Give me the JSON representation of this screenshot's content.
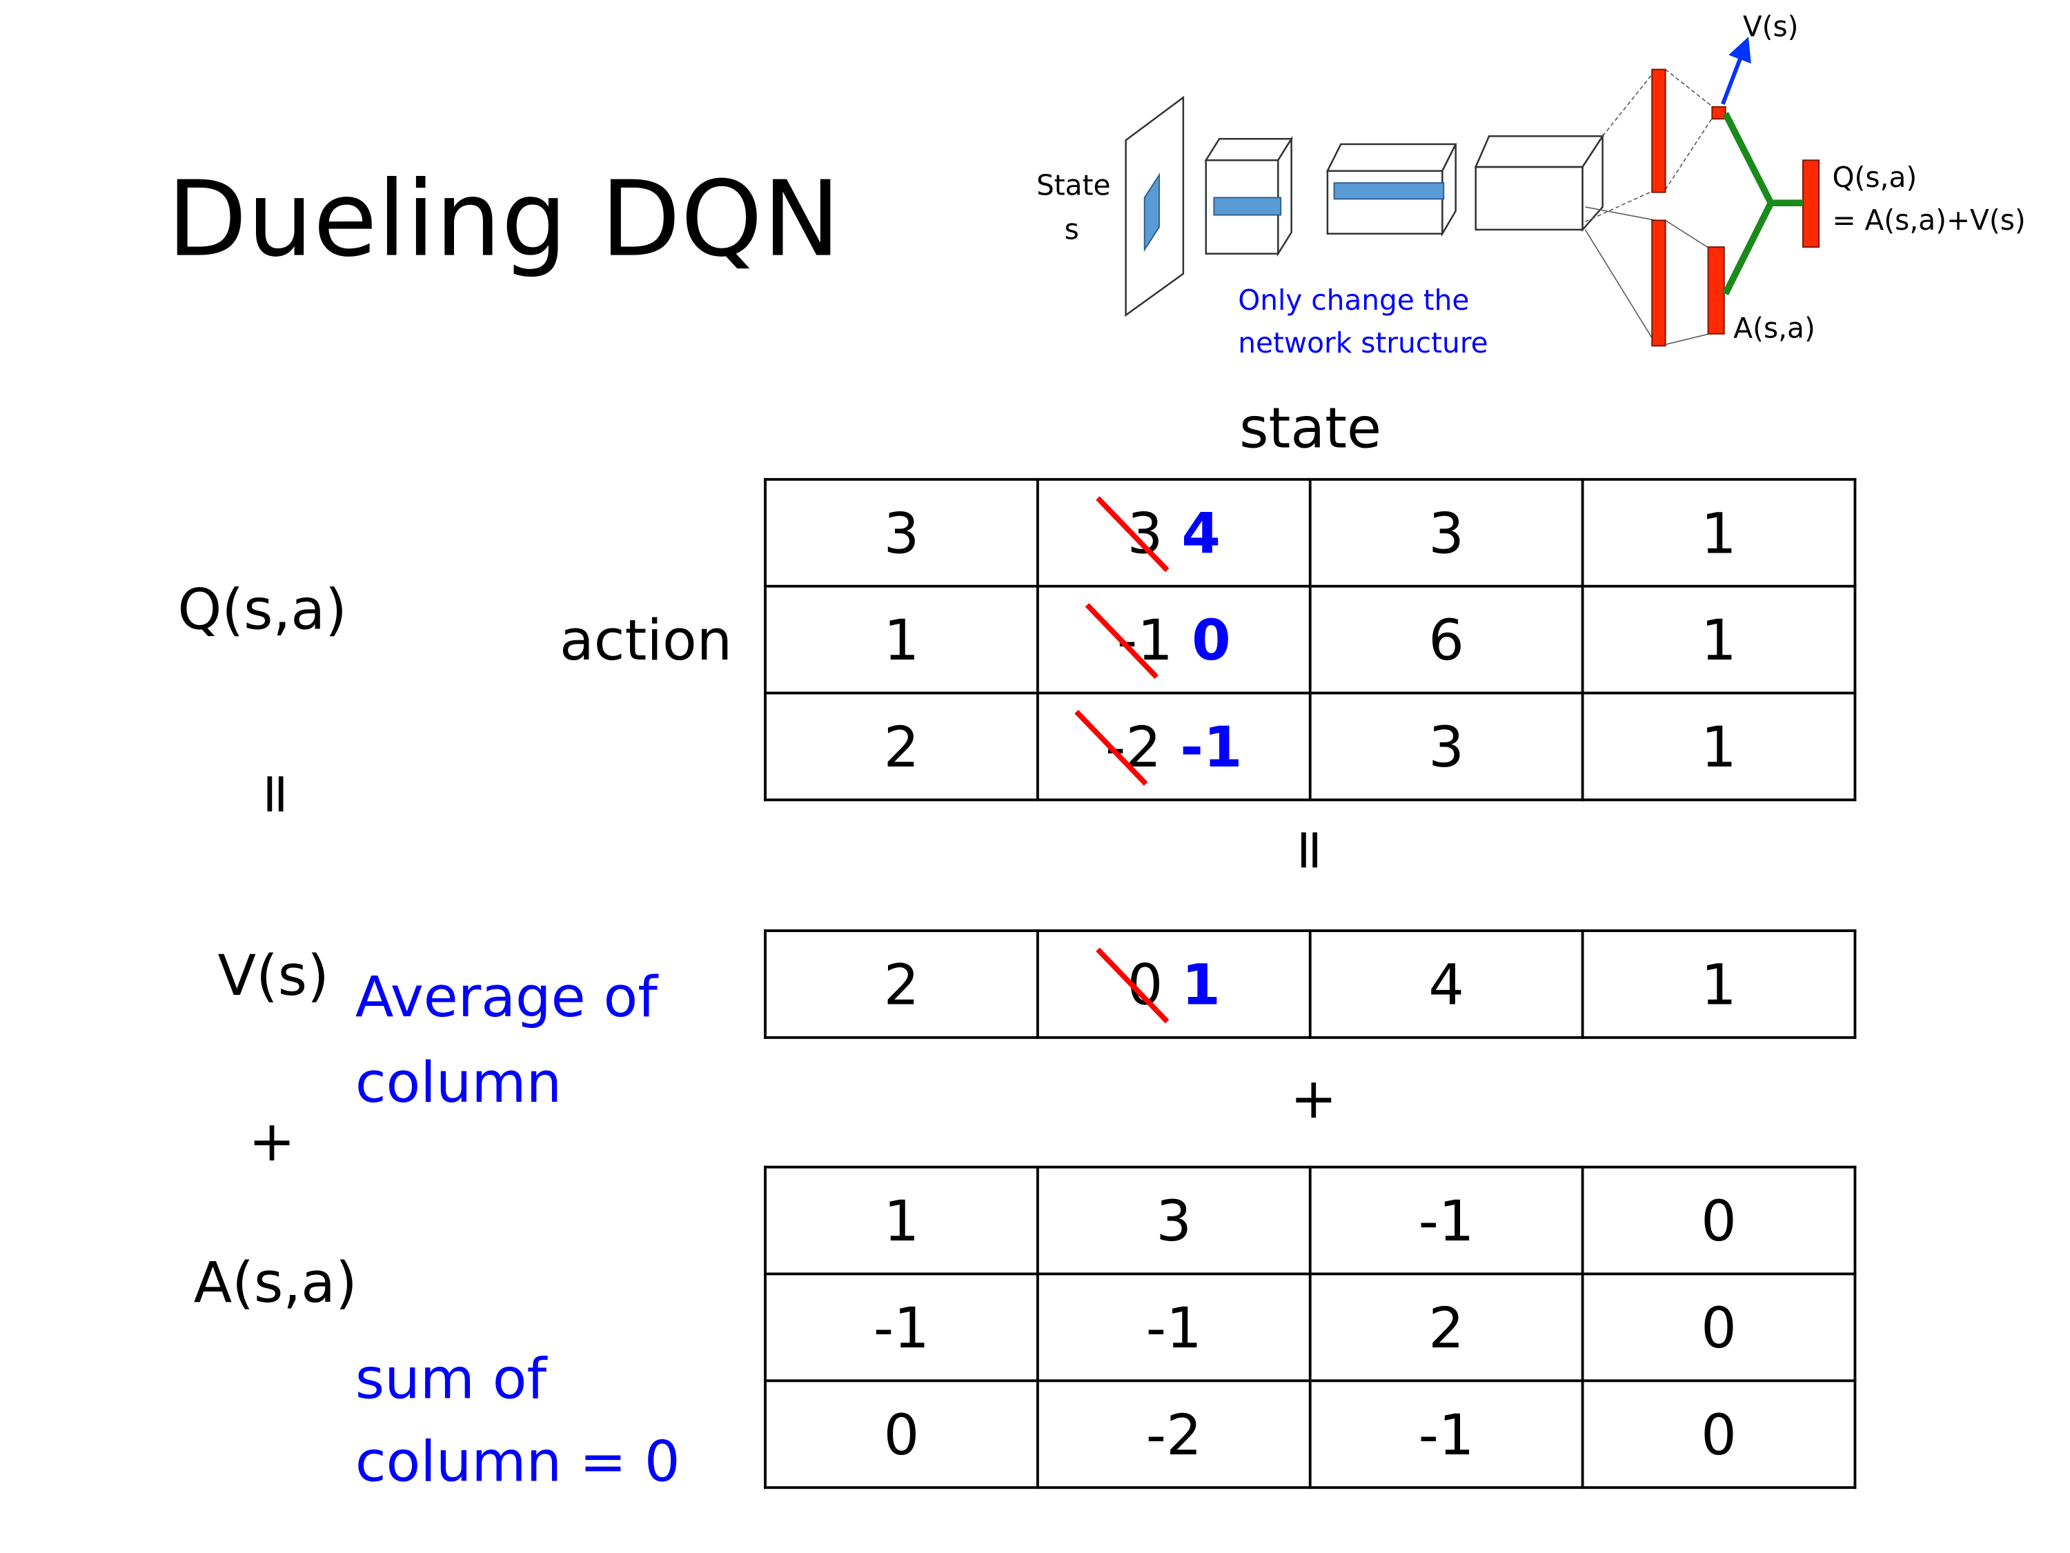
{
  "title": "Dueling DQN",
  "diagram": {
    "state_label": "State",
    "state_var": "s",
    "note_line1": "Only change the",
    "note_line2": "network structure",
    "v_label": "V(s)",
    "a_label": "A(s,a)",
    "q_label": "Q(s,a)",
    "q_formula": "= A(s,a)+V(s)",
    "colors": {
      "layer_blue": "#5b9bd5",
      "output_red": "#ff2a00",
      "merge_green": "#1a8a1a",
      "arrow_blue": "#0033ff"
    }
  },
  "labels": {
    "state": "state",
    "action": "action",
    "q": "Q(s,a)",
    "eq_left": "=",
    "v": "V(s)",
    "plus_left": "+",
    "a": "A(s,a)",
    "eq_mid": "=",
    "plus_mid": "+",
    "avg_line1": "Average of",
    "avg_line2": "column",
    "sum_line1": "sum of",
    "sum_line2": "column = 0"
  },
  "q_table": [
    [
      {
        "v": "3"
      },
      {
        "old": "3",
        "new": "4"
      },
      {
        "v": "3"
      },
      {
        "v": "1"
      }
    ],
    [
      {
        "v": "1"
      },
      {
        "old": "-1",
        "new": "0"
      },
      {
        "v": "6"
      },
      {
        "v": "1"
      }
    ],
    [
      {
        "v": "2"
      },
      {
        "old": "-2",
        "new": "-1"
      },
      {
        "v": "3"
      },
      {
        "v": "1"
      }
    ]
  ],
  "v_table": [
    [
      {
        "v": "2"
      },
      {
        "old": "0",
        "new": "1"
      },
      {
        "v": "4"
      },
      {
        "v": "1"
      }
    ]
  ],
  "a_table": [
    [
      {
        "v": "1"
      },
      {
        "v": "3"
      },
      {
        "v": "-1"
      },
      {
        "v": "0"
      }
    ],
    [
      {
        "v": "-1"
      },
      {
        "v": "-1"
      },
      {
        "v": "2"
      },
      {
        "v": "0"
      }
    ],
    [
      {
        "v": "0"
      },
      {
        "v": "-2"
      },
      {
        "v": "-1"
      },
      {
        "v": "0"
      }
    ]
  ]
}
